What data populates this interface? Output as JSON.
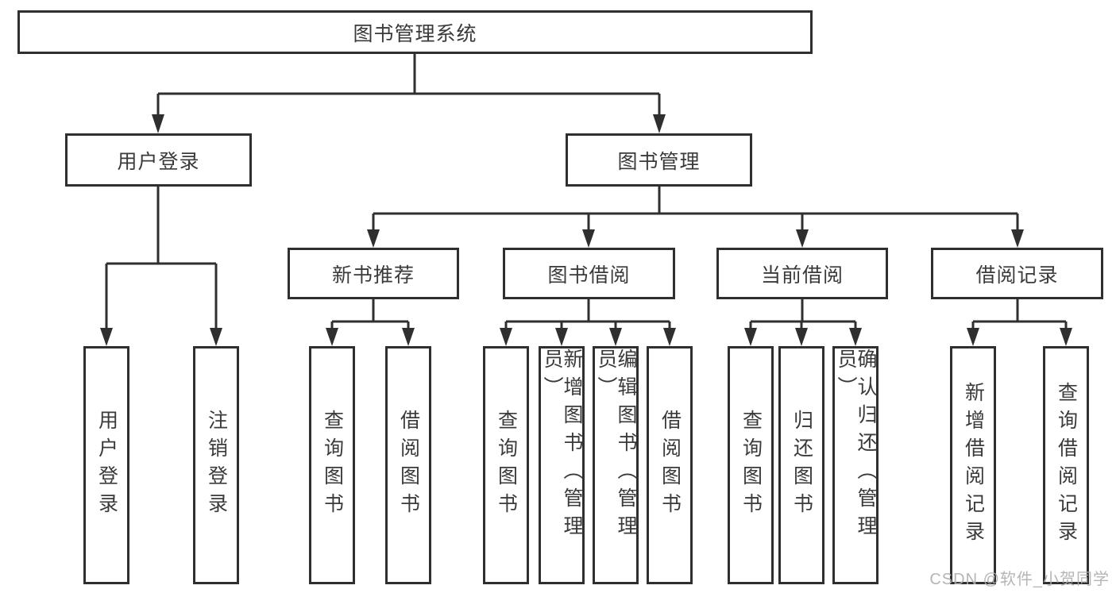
{
  "tree": {
    "root": "图书管理系统",
    "branches": [
      {
        "label": "用户登录",
        "children": [
          "用户登录",
          "注销登录"
        ]
      },
      {
        "label": "图书管理",
        "children": [
          {
            "label": "新书推荐",
            "children": [
              "查询图书",
              "借阅图书"
            ]
          },
          {
            "label": "图书借阅",
            "children": [
              "查询图书",
              "新增图书（管理员）",
              "编辑图书（管理员）",
              "借阅图书"
            ]
          },
          {
            "label": "当前借阅",
            "children": [
              "查询图书",
              "归还图书",
              "确认归还（管理员）"
            ]
          },
          {
            "label": "借阅记录",
            "children": [
              "新增借阅记录",
              "查询借阅记录"
            ]
          }
        ]
      }
    ]
  },
  "watermark": "CSDN @软件_小贺同学",
  "colors": {
    "line": "#2f2f2f",
    "box_border": "#2f2f2f",
    "text": "#3a3a3a",
    "watermark": "#aeaeae",
    "background": "#ffffff"
  }
}
